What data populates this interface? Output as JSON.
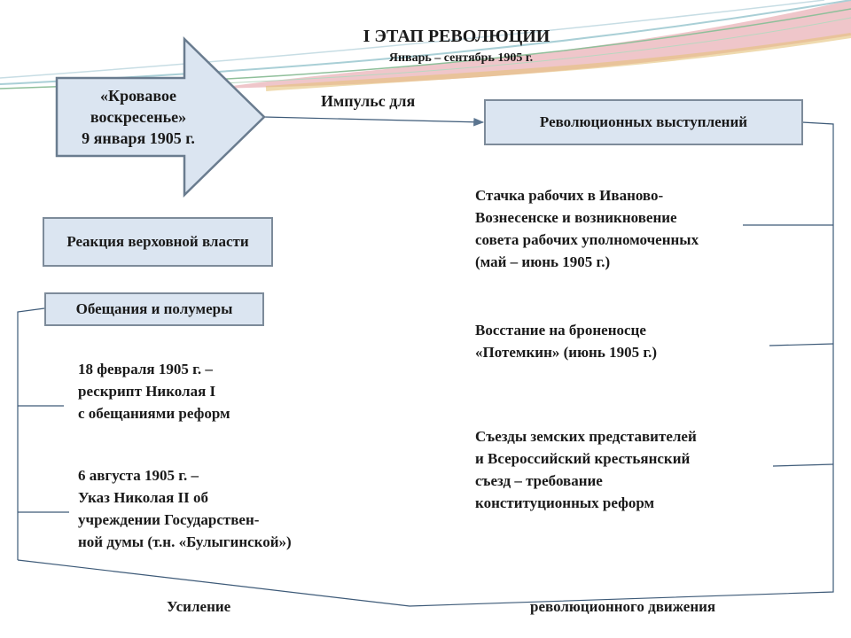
{
  "header": {
    "title": "I ЭТАП РЕВОЛЮЦИИ",
    "subtitle": "Январь – сентябрь 1905 г."
  },
  "diagram": {
    "cause_arrow": {
      "line1": "«Кровавое",
      "line2": "воскресенье»",
      "line3": "9 января 1905 г."
    },
    "impulse_label": "Импульс для",
    "revolution_box": "Революционных выступлений",
    "reaction_box": "Реакция верховной власти",
    "promises_box": "Обещания и полумеры",
    "left_items": [
      "  18 февраля 1905 г. –\nрескрипт Николая I\nс обещаниями реформ",
      "  6 августа 1905 г. –\nУказ Николая II об\nучреждении Государствен-\nной думы (т.н. «Булыгинской»)"
    ],
    "right_items": [
      "   Стачка рабочих в Иваново-\nВознесенске и возникновение\nсовета рабочих уполномоченных\n(май – июнь 1905 г.)",
      "      Восстание на броненосце\n  «Потемкин»   (июнь 1905 г.)",
      "   Съезды земских представителей\nи Всероссийский крестьянский\nсъезд –  требование\nконституционных реформ"
    ],
    "bottom_left": "Усиление",
    "bottom_right": "революционного движения"
  }
}
